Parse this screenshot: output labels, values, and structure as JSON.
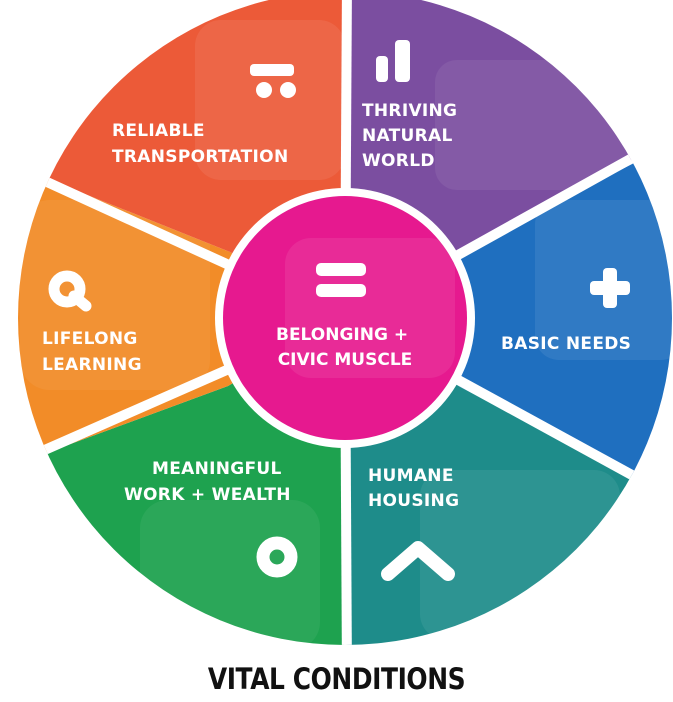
{
  "caption": "VITAL CONDITIONS",
  "hub": {
    "lines": [
      "BELONGING +",
      "CIVIC MUSCLE"
    ],
    "color": "#e6198f",
    "icon": "equals-bars-icon"
  },
  "segments": [
    {
      "id": "thriving-natural-world",
      "lines": [
        "THRIVING",
        "NATURAL",
        "WORLD"
      ],
      "color": "#7b4ea0",
      "icon": "bar-chart-icon"
    },
    {
      "id": "basic-needs",
      "lines": [
        "BASIC NEEDS"
      ],
      "color": "#1f6fbf",
      "icon": "plus-icon"
    },
    {
      "id": "humane-housing",
      "lines": [
        "HUMANE",
        "HOUSING"
      ],
      "color": "#1e8c8a",
      "icon": "chevron-up-icon"
    },
    {
      "id": "meaningful-work-wealth",
      "lines": [
        "MEANINGFUL",
        "WORK + WEALTH"
      ],
      "color": "#1ea24f",
      "icon": "ring-icon"
    },
    {
      "id": "lifelong-learning",
      "lines": [
        "LIFELONG",
        "LEARNING"
      ],
      "color": "#f28c28",
      "icon": "magnifier-q-icon"
    },
    {
      "id": "reliable-transportation",
      "lines": [
        "RELIABLE",
        "TRANSPORTATION"
      ],
      "color": "#ec5a38",
      "icon": "bus-icon"
    }
  ]
}
